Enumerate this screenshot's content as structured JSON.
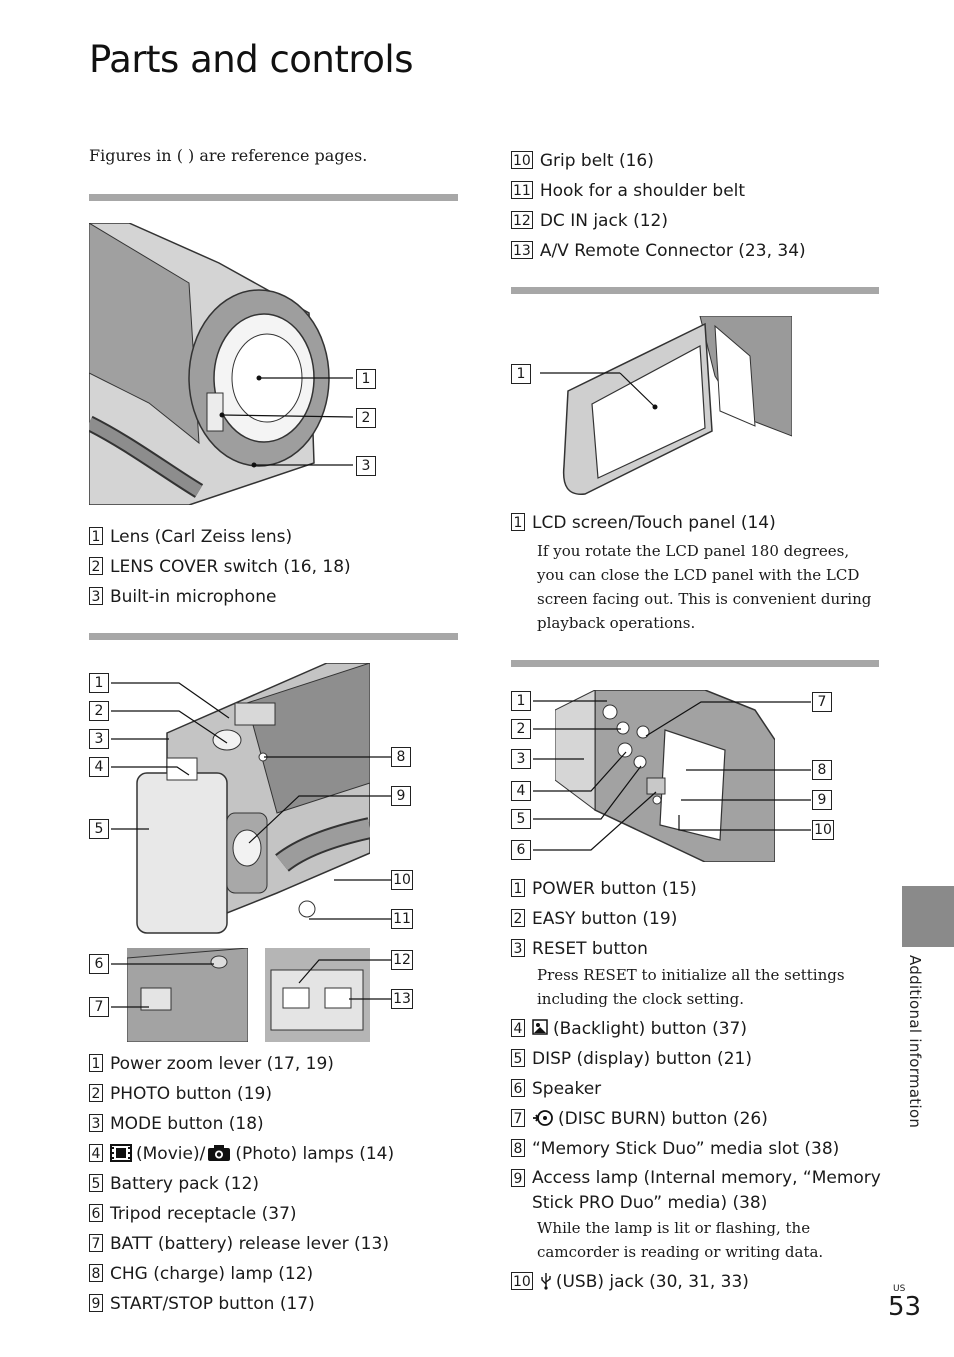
{
  "page": {
    "title": "Parts and controls",
    "reference_note": "Figures in ( ) are reference pages.",
    "side_label": "Additional information",
    "page_region": "US",
    "page_number": "53"
  },
  "section_front": {
    "items": [
      {
        "n": "1",
        "text": "Lens (Carl Zeiss lens)"
      },
      {
        "n": "2",
        "text": "LENS COVER switch (16, 18)"
      },
      {
        "n": "3",
        "text": "Built-in microphone"
      }
    ]
  },
  "section_top": {
    "items": [
      {
        "n": "1",
        "text": "Power zoom lever (17, 19)"
      },
      {
        "n": "2",
        "text": "PHOTO button (19)"
      },
      {
        "n": "3",
        "text": "MODE button (18)"
      },
      {
        "n": "4",
        "text": "(Movie)/",
        "text2": "(Photo) lamps (14)"
      },
      {
        "n": "5",
        "text": "Battery pack (12)"
      },
      {
        "n": "6",
        "text": "Tripod receptacle (37)"
      },
      {
        "n": "7",
        "text": "BATT (battery) release lever (13)"
      },
      {
        "n": "8",
        "text": "CHG (charge) lamp (12)"
      },
      {
        "n": "9",
        "text": "START/STOP button (17)"
      }
    ],
    "continued": [
      {
        "n": "10",
        "text": "Grip belt (16)"
      },
      {
        "n": "11",
        "text": "Hook for a shoulder belt"
      },
      {
        "n": "12",
        "text": "DC IN jack (12)"
      },
      {
        "n": "13",
        "text": "A/V Remote Connector (23, 34)"
      }
    ]
  },
  "section_lcd": {
    "items": [
      {
        "n": "1",
        "text": "LCD screen/Touch panel (14)"
      }
    ],
    "note": "If you rotate the LCD panel 180 degrees, you can close the LCD panel with the LCD screen facing out. This is convenient during playback operations."
  },
  "section_panel": {
    "items": [
      {
        "n": "1",
        "text": "POWER button (15)"
      },
      {
        "n": "2",
        "text": "EASY button (19)"
      },
      {
        "n": "3",
        "text": "RESET button"
      },
      {
        "n": "4",
        "text": "(Backlight) button (37)"
      },
      {
        "n": "5",
        "text": "DISP (display) button (21)"
      },
      {
        "n": "6",
        "text": "Speaker"
      },
      {
        "n": "7",
        "text": "(DISC BURN) button (26)"
      },
      {
        "n": "8",
        "text": "“Memory Stick Duo” media slot (38)"
      },
      {
        "n": "9",
        "text": "Access lamp (Internal memory, “Memory Stick PRO Duo” media) (38)"
      },
      {
        "n": "10",
        "text": "(USB) jack (30, 31, 33)"
      }
    ],
    "reset_note": "Press RESET to initialize all the settings including the clock setting.",
    "access_note": "While the lamp is lit or flashing, the camcorder is reading or writing data."
  },
  "colors": {
    "rule": "#a7a7a7",
    "side_tab": "#8a8a8a",
    "camera_body": "#9a9a9a"
  }
}
